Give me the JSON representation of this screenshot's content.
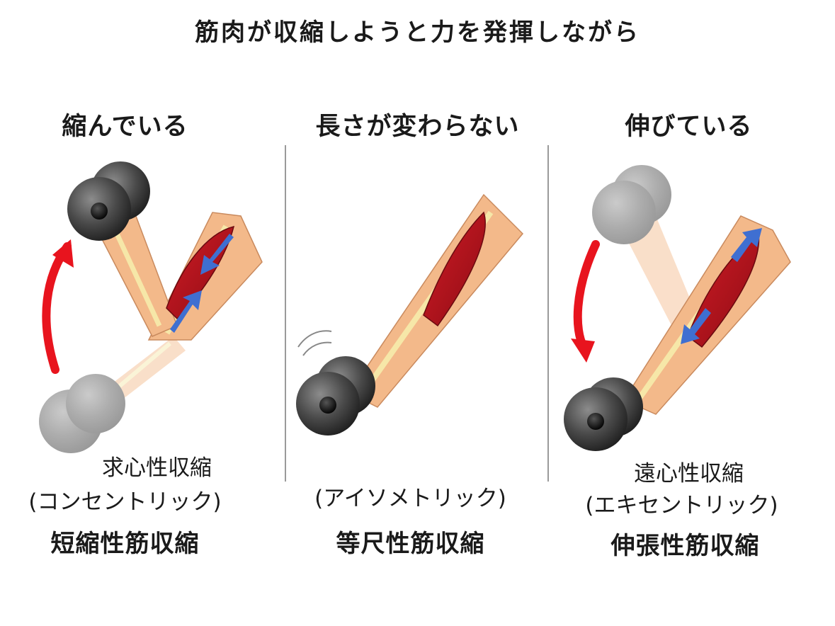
{
  "title": "筋肉が収縮しようと力を発揮しながら",
  "panels": [
    {
      "heading": "縮んでいる",
      "name_ja": "求心性収縮",
      "name_kana": "(コンセントリック)",
      "category": "短縮性筋収縮"
    },
    {
      "heading": "長さが変わらない",
      "name_kana": "(アイソメトリック)",
      "category": "等尺性筋収縮"
    },
    {
      "heading": "伸びている",
      "name_ja": "遠心性収縮",
      "name_kana": "(エキセントリック)",
      "category": "伸張性筋収縮"
    }
  ],
  "colors": {
    "arrow": "#e8141e",
    "muscle": "#b8141e",
    "muscle_dark": "#7a0a10",
    "skin": "#f3b98a",
    "bone": "#f6e7a8",
    "force_arrow": "#3f6fd1",
    "dumbbell": "#444444"
  }
}
